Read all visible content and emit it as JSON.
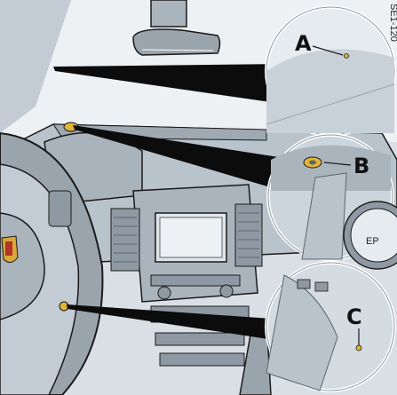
{
  "image_ref_code": "SE1-120",
  "callouts": [
    {
      "letter": "A",
      "location": "interior mirror / windshield header"
    },
    {
      "letter": "B",
      "location": "dashboard A-pillar end, beside instrument cluster"
    },
    {
      "letter": "C",
      "location": "lower trim panel below steering column"
    }
  ],
  "gauge_partial_text": "EP",
  "colors": {
    "outline": "#1a1a1a",
    "cabin_fill": "#cfd6dd",
    "dash_fill": "#b9c3cc",
    "shadow": "#8e99a3",
    "highlight_ring": "#e0b43a",
    "leader_line": "#0c0c0c",
    "badge_red": "#b3322a",
    "badge_gold": "#d8a73a"
  }
}
